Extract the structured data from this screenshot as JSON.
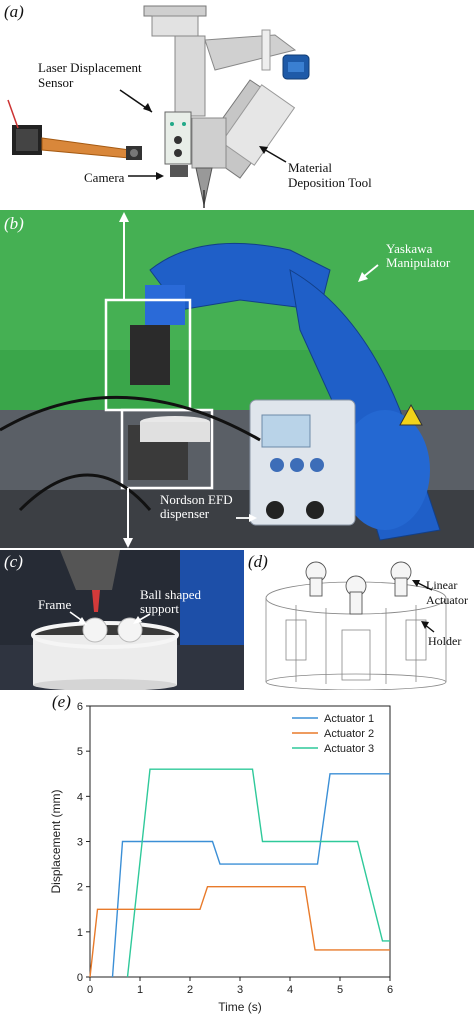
{
  "panels": {
    "a": {
      "letter": "(a)",
      "labels": {
        "laser_sensor": "Laser Displacement\nSensor",
        "camera": "Camera",
        "material_tool": "Material\nDeposition Tool"
      }
    },
    "b": {
      "letter": "(b)",
      "labels": {
        "manipulator": "Yaskawa\nManipulator",
        "dispenser": "Nordson EFD\ndispenser"
      }
    },
    "c": {
      "letter": "(c)",
      "labels": {
        "frame": "Frame",
        "support": "Ball shaped\nsupport"
      }
    },
    "d": {
      "letter": "(d)",
      "labels": {
        "actuator": "Linear\nActuator",
        "holder": "Holder"
      }
    },
    "e": {
      "letter": "(e)"
    }
  },
  "colors": {
    "actuator1": "#3b8fd6",
    "actuator2": "#e87a2a",
    "actuator3": "#2fc99a",
    "robot_blue": "#1f5fc8",
    "green_screen": "#3aa64a"
  },
  "chart_data": {
    "type": "line",
    "title": "",
    "xlabel": "Time (s)",
    "ylabel": "Displacement (mm)",
    "xlim": [
      0,
      6
    ],
    "ylim": [
      0,
      6
    ],
    "xticks": [
      0,
      1,
      2,
      3,
      4,
      5,
      6
    ],
    "yticks": [
      0,
      1,
      2,
      3,
      4,
      5,
      6
    ],
    "grid": false,
    "legend": "top-right",
    "series": [
      {
        "name": "Actuator 1",
        "color": "#3b8fd6",
        "points": [
          [
            0.45,
            0
          ],
          [
            0.65,
            3.0
          ],
          [
            2.45,
            3.0
          ],
          [
            2.6,
            2.5
          ],
          [
            4.55,
            2.5
          ],
          [
            4.8,
            4.5
          ],
          [
            6.0,
            4.5
          ]
        ]
      },
      {
        "name": "Actuator 2",
        "color": "#e87a2a",
        "points": [
          [
            0.0,
            0
          ],
          [
            0.15,
            1.5
          ],
          [
            2.2,
            1.5
          ],
          [
            2.35,
            2.0
          ],
          [
            4.3,
            2.0
          ],
          [
            4.5,
            0.6
          ],
          [
            6.0,
            0.6
          ]
        ]
      },
      {
        "name": "Actuator 3",
        "color": "#2fc99a",
        "points": [
          [
            0.75,
            0
          ],
          [
            1.2,
            4.6
          ],
          [
            3.25,
            4.6
          ],
          [
            3.45,
            3.0
          ],
          [
            5.35,
            3.0
          ],
          [
            5.85,
            0.8
          ],
          [
            6.0,
            0.8
          ]
        ]
      }
    ]
  }
}
